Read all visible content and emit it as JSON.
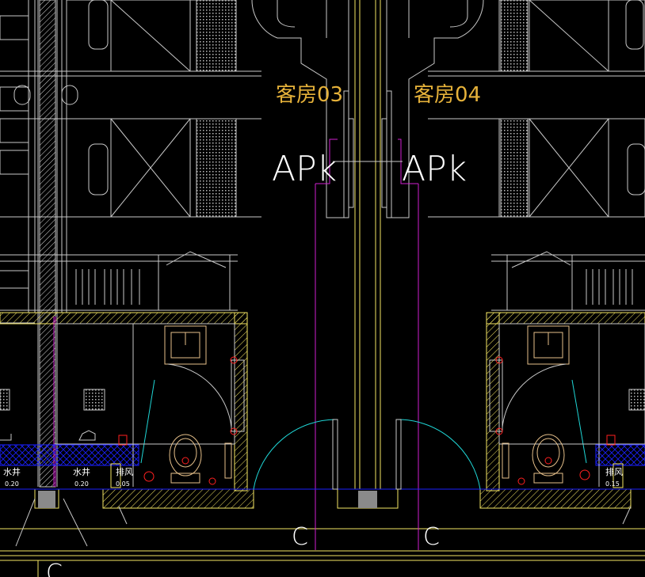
{
  "drawing": {
    "rooms": [
      {
        "label": "客房03"
      },
      {
        "label": "客房04"
      }
    ],
    "tags": [
      "APk",
      "APk"
    ],
    "axis_labels": [
      "C",
      "C",
      "C"
    ],
    "left_shafts": [
      {
        "name": "水井",
        "value": "0.20"
      },
      {
        "name": "水井",
        "value": "0.20"
      },
      {
        "name": "排风",
        "value": "0.05"
      }
    ],
    "right_shafts": [
      {
        "name": "排风",
        "value": "0.15"
      }
    ],
    "colors": {
      "background": "#000000",
      "line_gray": "#c8c8c8",
      "wall_yellow": "#f5e663",
      "magenta": "#d020d0",
      "cyan": "#1fd5d5",
      "blue": "#1a20ff",
      "red": "#ff2020",
      "tan": "#e6c08a",
      "room_text": "#e6b23a"
    }
  }
}
